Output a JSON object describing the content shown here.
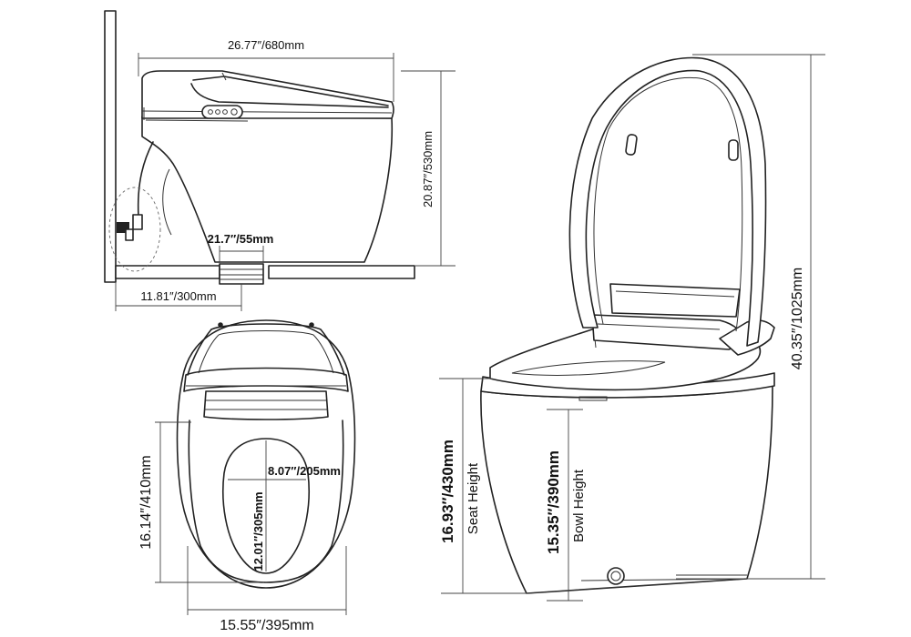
{
  "dimensions": {
    "total_length": "26.77″/680mm",
    "side_height": "20.87″/530mm",
    "outlet_width": "21.7″/55mm",
    "rough_in": "11.81″/300mm",
    "total_height_open": "40.35″/1025mm",
    "seat_height_value": "16.93″/430mm",
    "seat_height_label": "Seat Height",
    "bowl_height_value": "15.35″/390mm",
    "bowl_height_label": "Bowl Height",
    "top_length": "16.14″/410mm",
    "top_width": "15.55″/395mm",
    "opening_width": "8.07″/205mm",
    "opening_length": "12.01″/305mm"
  },
  "colors": {
    "line": "#222222",
    "background": "#ffffff"
  }
}
